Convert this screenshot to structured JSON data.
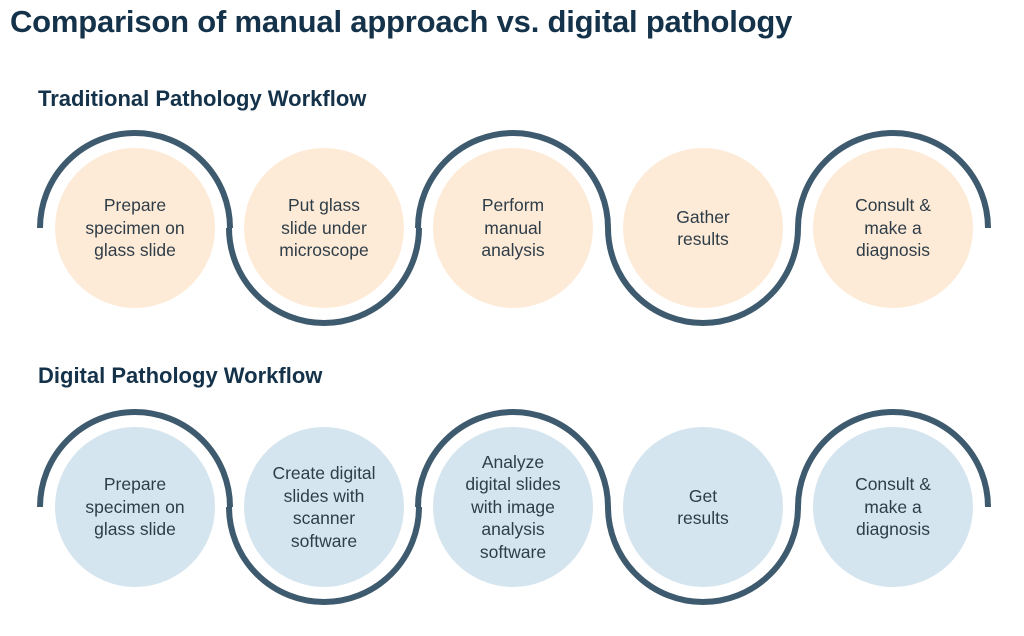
{
  "title": "Comparison of manual approach vs. digital pathology",
  "colors": {
    "stroke": "#3e5a6e",
    "traditional_fill": "#fdebd7",
    "digital_fill": "#d5e5ef",
    "text": "#14324a"
  },
  "workflows": [
    {
      "heading": "Traditional Pathology Workflow",
      "steps": [
        "Prepare\nspecimen on\nglass slide",
        "Put glass\nslide under\nmicroscope",
        "Perform\nmanual\nanalysis",
        "Gather\nresults",
        "Consult &\nmake a\ndiagnosis"
      ]
    },
    {
      "heading": "Digital Pathology Workflow",
      "steps": [
        "Prepare\nspecimen on\nglass slide",
        "Create digital\nslides with\nscanner\nsoftware",
        "Analyze\ndigital slides\nwith image\nanalysis\nsoftware",
        "Get\nresults",
        "Consult &\nmake a\ndiagnosis"
      ]
    }
  ]
}
